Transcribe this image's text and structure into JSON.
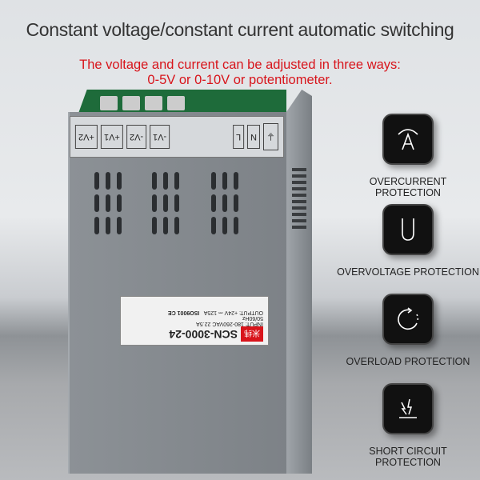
{
  "headline": "Constant voltage/constant current  automatic switching",
  "subline1": "The voltage and current can be adjusted in three ways:",
  "subline2": "0-5V or 0-10V or potentiometer.",
  "product": {
    "terminals": [
      "+V2",
      "+V1",
      "-V2",
      "-V1",
      "N",
      "L"
    ],
    "label": {
      "brand": "米纬",
      "model": "SCN-3000-24",
      "input": "INPUT: 180-260VAC  22.5A",
      "freq": "50/60Hz",
      "output": "OUTPUT: +24V ⎓ 125A",
      "cert": "ISO9001",
      "ce": "CE"
    }
  },
  "features": [
    {
      "icon": "ampere-icon",
      "label": "OVERCURRENT PROTECTION"
    },
    {
      "icon": "voltage-u-icon",
      "label": "OVERVOLTAGE PROTECTION"
    },
    {
      "icon": "refresh-circle-icon",
      "label": "OVERLOAD PROTECTION"
    },
    {
      "icon": "lightning-ground-icon",
      "label": "SHORT CIRCUIT PROTECTION"
    }
  ],
  "colors": {
    "headline": "#333333",
    "subline": "#d8141b"
  }
}
